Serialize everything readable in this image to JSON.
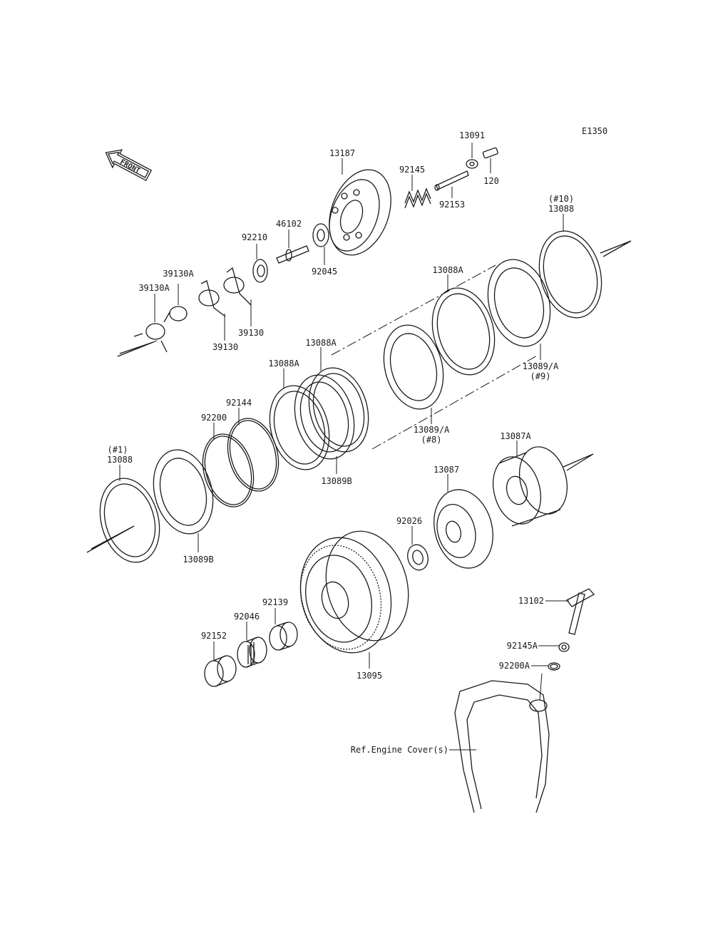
{
  "diagram": {
    "code": "E1350",
    "front_label": "FRONT",
    "reference_label": "Ref.Engine Cover(s)",
    "callouts": {
      "p13091": "13091",
      "p120": "120",
      "p13187": "13187",
      "p92145": "92145",
      "p92153": "92153",
      "p46102": "46102",
      "p92210": "92210",
      "p92045": "92045",
      "p39130A_1": "39130A",
      "p39130A_2": "39130A",
      "p39130_1": "39130",
      "p39130_2": "39130",
      "p13088_10_note": "(#10)",
      "p13088_10": "13088",
      "p13088A_top": "13088A",
      "p13089A_9": "13089/A",
      "p13089A_9_note": "(#9)",
      "p13088A_mid": "13088A",
      "p13088A_left": "13088A",
      "p92144": "92144",
      "p92200": "92200",
      "p13089A_8": "13089/A",
      "p13089A_8_note": "(#8)",
      "p13089B_mid": "13089B",
      "p13088_1_note": "(#1)",
      "p13088_1": "13088",
      "p13089B_low": "13089B",
      "p13087A": "13087A",
      "p13087": "13087",
      "p92026": "92026",
      "p92139": "92139",
      "p92046": "92046",
      "p92152": "92152",
      "p13095": "13095",
      "p13102": "13102",
      "p92145A": "92145A",
      "p92200A": "92200A"
    }
  }
}
